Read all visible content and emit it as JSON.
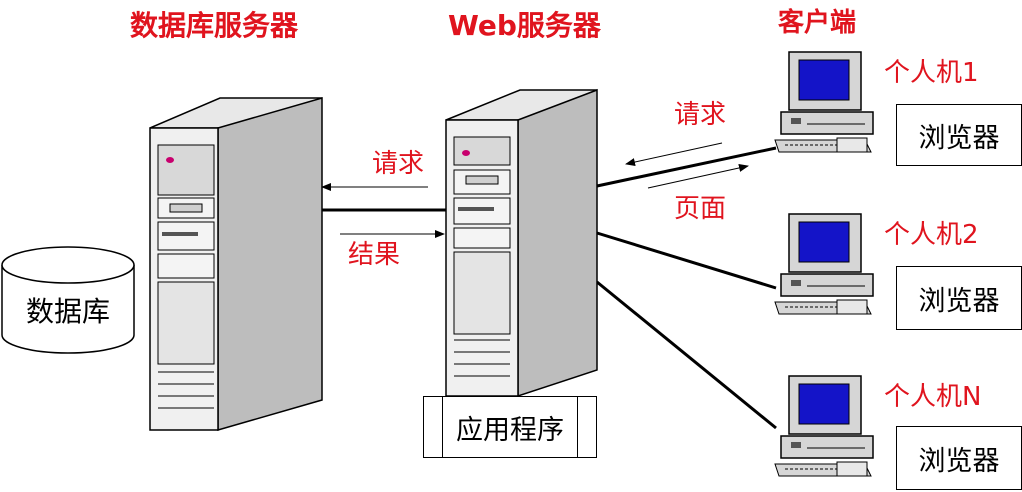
{
  "headings": {
    "db_server": "数据库服务器",
    "web_server": "Web服务器",
    "client": "客户端"
  },
  "database_label": "数据库",
  "app_label": "应用程序",
  "db_link": {
    "request": "请求",
    "result": "结果"
  },
  "client_link": {
    "request": "请求",
    "page": "页面"
  },
  "clients": [
    {
      "name": "个人机1",
      "browser": "浏览器"
    },
    {
      "name": "个人机2",
      "browser": "浏览器"
    },
    {
      "name": "个人机N",
      "browser": "浏览器"
    }
  ],
  "colors": {
    "label_red": "#e0141e",
    "screen_blue": "#1414c8",
    "server_led": "#c8006e"
  }
}
